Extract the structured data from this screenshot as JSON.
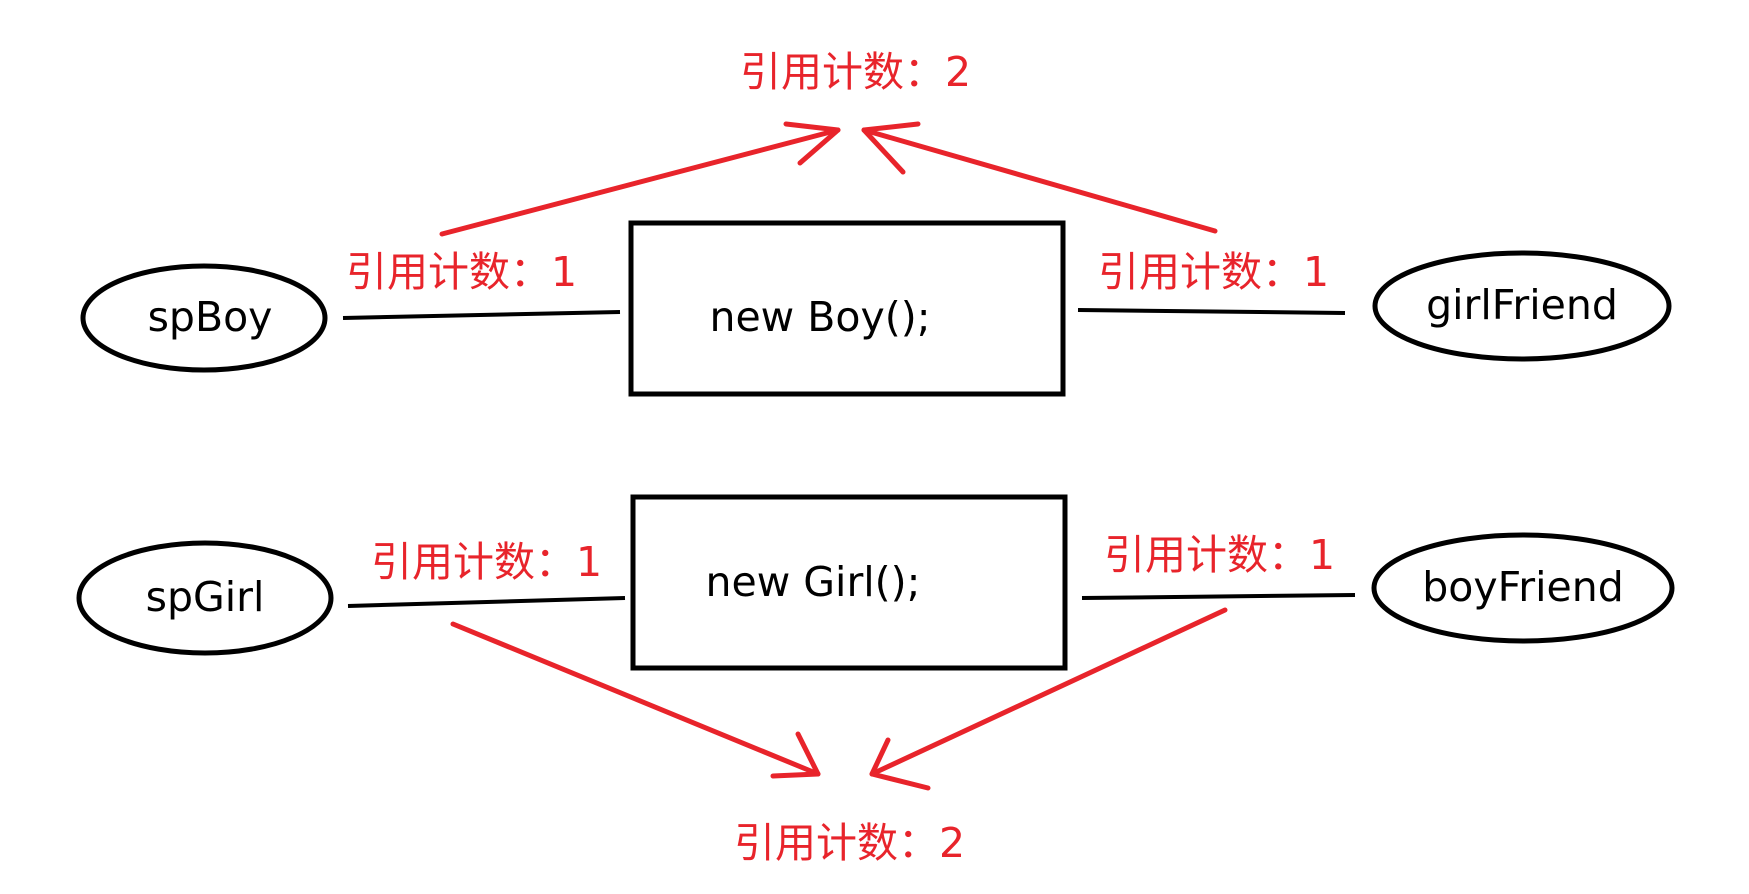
{
  "colors": {
    "ink": "#000000",
    "accent": "#e8242b"
  },
  "diagram": {
    "top_group": {
      "object": {
        "label": "new Boy();"
      },
      "left_ref": {
        "label": "spBoy"
      },
      "right_ref": {
        "label": "girlFriend"
      },
      "left_count": "引用计数：1",
      "right_count": "引用计数：1",
      "total_count": "引用计数：2"
    },
    "bottom_group": {
      "object": {
        "label": "new Girl();"
      },
      "left_ref": {
        "label": "spGirl"
      },
      "right_ref": {
        "label": "boyFriend"
      },
      "left_count": "引用计数：1",
      "right_count": "引用计数：1",
      "total_count": "引用计数：2"
    }
  }
}
